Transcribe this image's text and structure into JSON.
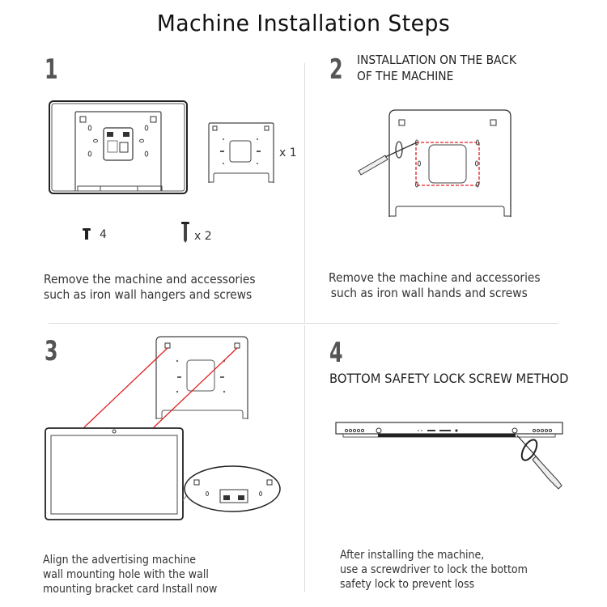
{
  "title": "Machine Installation Steps",
  "steps": [
    {
      "number": "1",
      "description": [
        "Remove the machine and accessories",
        "such as iron wall hangers and screws"
      ],
      "labels": {
        "bracket_qty": "x 1",
        "small_screw_qty": "4",
        "long_screw_qty": "x 2"
      }
    },
    {
      "number": "2",
      "heading": [
        "INSTALLATION ON THE BACK",
        "OF THE MACHINE"
      ],
      "description": [
        "Remove the machine and accessories",
        "such as iron wall hands and screws"
      ]
    },
    {
      "number": "3",
      "description": [
        "Align the advertising machine",
        "wall mounting hole with the wall",
        "mounting bracket card Install now"
      ]
    },
    {
      "number": "4",
      "heading": [
        "BOTTOM SAFETY LOCK SCREW METHOD"
      ],
      "description": [
        "After installing the machine,",
        "use a screwdriver to lock the bottom",
        "safety lock to prevent loss"
      ]
    }
  ],
  "colors": {
    "accent_red": "#e02020",
    "line": "#333333",
    "divider": "#dddddd"
  }
}
